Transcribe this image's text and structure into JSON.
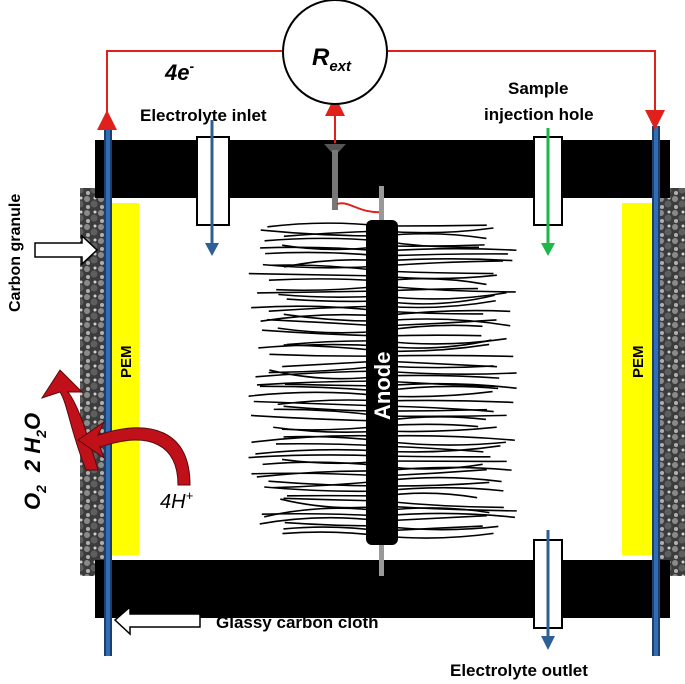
{
  "labels": {
    "electrons": "4e",
    "electrons_sup": "-",
    "resistor_main": "R",
    "resistor_sub": "ext",
    "electrolyte_inlet": "Electrolyte inlet",
    "sample_line1": "Sample",
    "sample_line2": "injection hole",
    "carbon_granule": "Carbon granule",
    "pem_left": "PEM",
    "pem_right": "PEM",
    "anode": "Anode",
    "water_coef": "2 H",
    "water_sub": "2",
    "water_tail": "O",
    "oxygen": "O",
    "oxygen_sub": "2",
    "protons": "4H",
    "protons_sup": "+",
    "glassy_carbon_cloth": "Glassy carbon cloth",
    "electrolyte_outlet": "Electrolyte outlet"
  },
  "colors": {
    "wire": "#e0201b",
    "frame": "#000000",
    "pem": "#ffff00",
    "cathode_line": "#2f6db5",
    "flow_arrow": "#2e5f95",
    "sample_arrow": "#1db84a",
    "reaction_arrow": "#c0101a",
    "granule": "#4a4a4a"
  }
}
